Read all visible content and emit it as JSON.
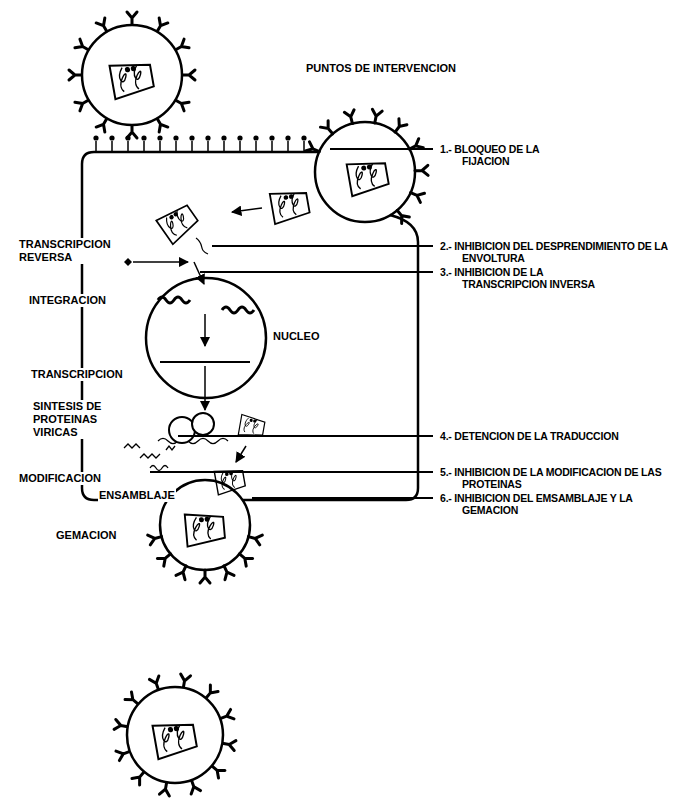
{
  "diagram": {
    "title": "PUNTOS DE INTERVENCION",
    "nodes": [
      {
        "text": [
          "NUCLEO"
        ]
      }
    ],
    "labels": [
      "1.- BLOQUEO DE LA FIJACION",
      "TRANSCRIPCION REVERSA",
      "2.- INHIBICION DEL DESPRENDIMIENTO DE LA ENVOLTURA",
      "3.- INHIBICION DE LA TRANSCRIPCION INVERSA",
      "INTEGRACION",
      "TRANSCRIPCION",
      "SINTESIS DE PROTEINAS VIRICAS",
      "4.- DETENCION DE LA TRADUCCION",
      "MODIFICACION",
      "5.- INHIBICION DE LA MODIFICACION DE LAS PROTEINAS",
      "ENSAMBLAJE",
      "6.- INHIBICION DEL EMSAMBLAJE Y LA GEMACION",
      "GEMACION"
    ]
  }
}
